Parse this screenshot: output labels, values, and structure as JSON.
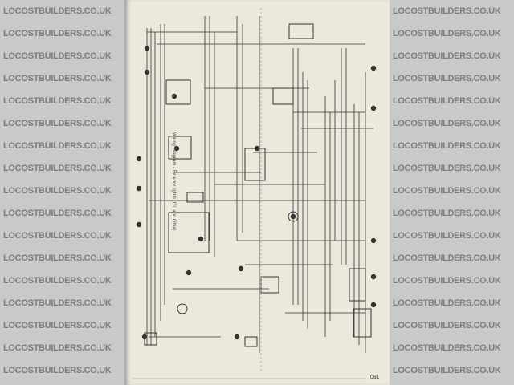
{
  "watermark": {
    "text": "LOCOSTBUILDERS.CO.UK",
    "color": "#8a8a8a"
  },
  "page": {
    "caption": "Wiring Diagram - Exterior lights (GL and Ghia)",
    "page_number": "180",
    "paper_color": "#ede8dc",
    "line_color": "#333333"
  }
}
